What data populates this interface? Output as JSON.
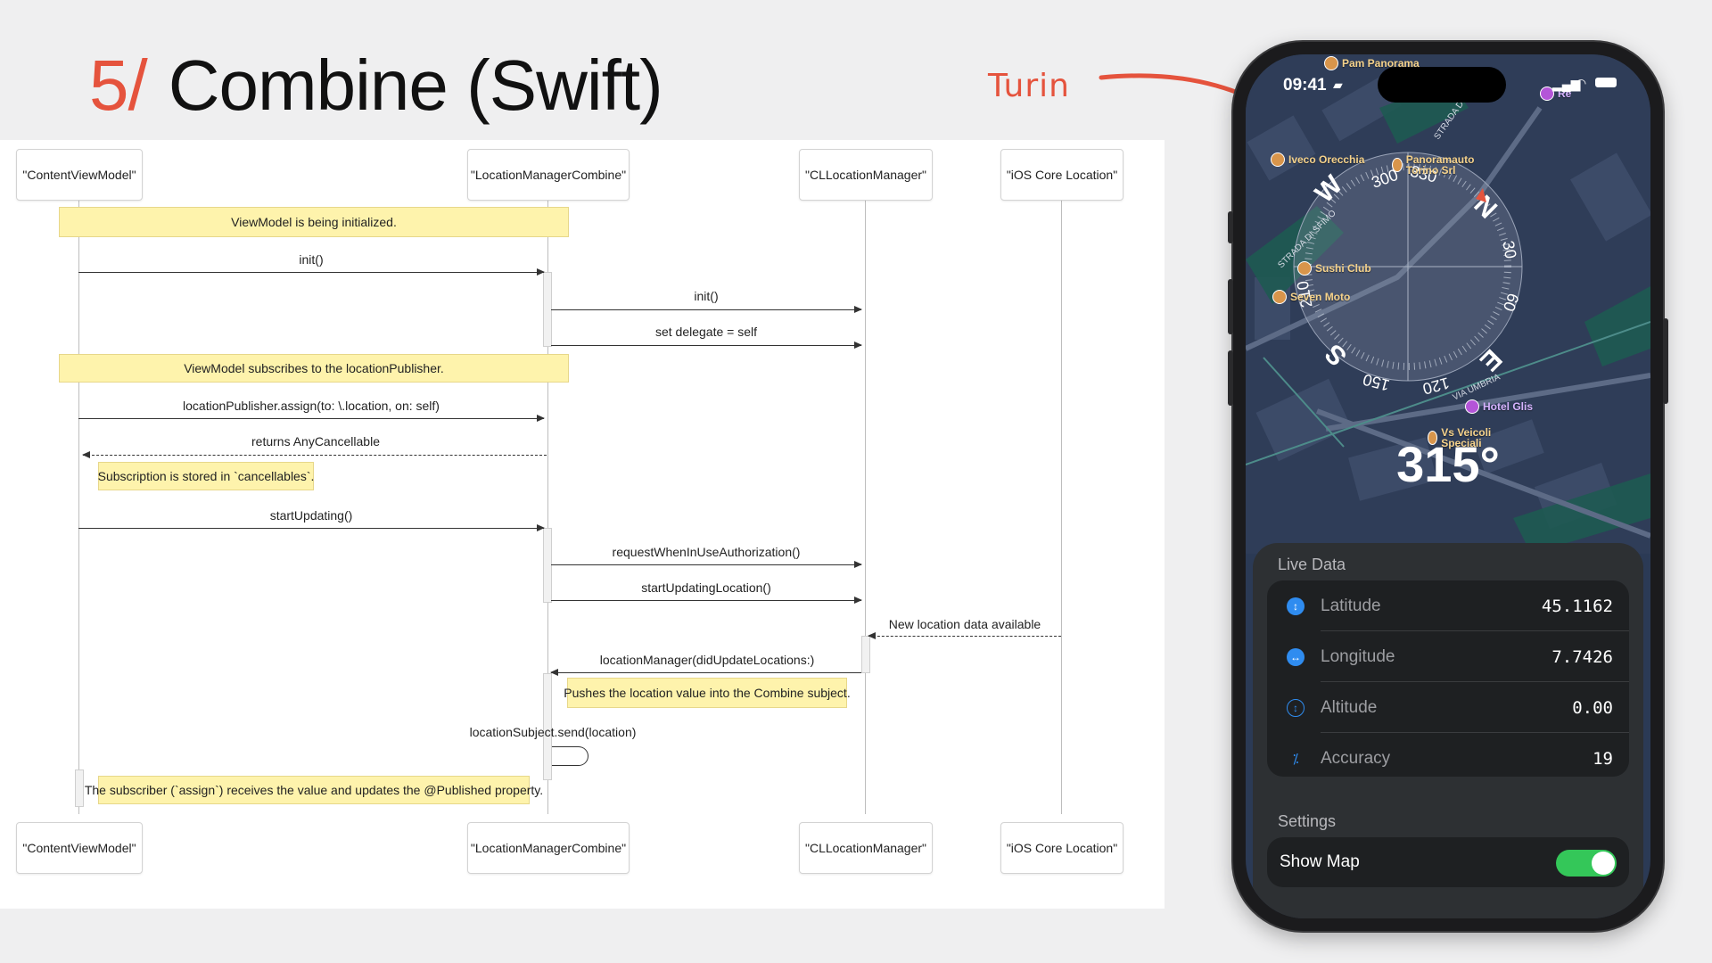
{
  "slide": {
    "number": "5/",
    "title": "Combine (Swift)"
  },
  "annotation": {
    "text": "Turin"
  },
  "diagram": {
    "actors": [
      "\"ContentViewModel\"",
      "\"LocationManagerCombine\"",
      "\"CLLocationManager\"",
      "\"iOS Core Location\""
    ],
    "notes": [
      "ViewModel is being initialized.",
      "ViewModel subscribes to the locationPublisher.",
      "Subscription is stored in `cancellables`.",
      "Pushes the location value into the Combine subject.",
      "The subscriber (`assign`) receives the value and updates the @Published property."
    ],
    "messages": [
      "init()",
      "init()",
      "set delegate = self",
      "locationPublisher.assign(to: \\.location, on: self)",
      "returns AnyCancellable",
      "startUpdating()",
      "requestWhenInUseAuthorization()",
      "startUpdatingLocation()",
      "New location data available",
      "locationManager(didUpdateLocations:)",
      "locationSubject.send(location)"
    ]
  },
  "phone": {
    "time": "09:41",
    "heading": "315°",
    "compass_marks": [
      "300",
      "330",
      "N",
      "30",
      "60",
      "E",
      "120",
      "150",
      "S",
      "210",
      "W"
    ],
    "streets": [
      "STRADA DI SFIMO",
      "VIA UMBRIA",
      "STRADA DI"
    ],
    "pois": [
      {
        "name": "Pam Panorama",
        "color": "#d8954b"
      },
      {
        "name": "Re",
        "color": "#b455d8"
      },
      {
        "name": "Iveco Orecchia",
        "color": "#d8954b"
      },
      {
        "name": "Panoramauto Torino Srl",
        "color": "#d8954b"
      },
      {
        "name": "Sushi Club",
        "color": "#d8954b"
      },
      {
        "name": "Seven Moto",
        "color": "#d8954b"
      },
      {
        "name": "Hotel Glis",
        "color": "#b455d8"
      },
      {
        "name": "Vs Veicoli Speciali",
        "color": "#d8954b"
      }
    ],
    "live_data": {
      "title": "Live Data",
      "rows": [
        {
          "label": "Latitude",
          "value": "45.1162",
          "icon": "latitude-icon"
        },
        {
          "label": "Longitude",
          "value": "7.7426",
          "icon": "longitude-icon"
        },
        {
          "label": "Altitude",
          "value": "0.00",
          "icon": "altitude-icon"
        },
        {
          "label": "Accuracy",
          "value": "19",
          "icon": "accuracy-icon"
        }
      ]
    },
    "settings": {
      "title": "Settings",
      "show_map_label": "Show Map",
      "show_map_on": true
    }
  },
  "colors": {
    "accent": "#e5533d",
    "note_bg": "#fef3ac",
    "toggle_on": "#34c759",
    "info_blue": "#2f8cf0"
  }
}
